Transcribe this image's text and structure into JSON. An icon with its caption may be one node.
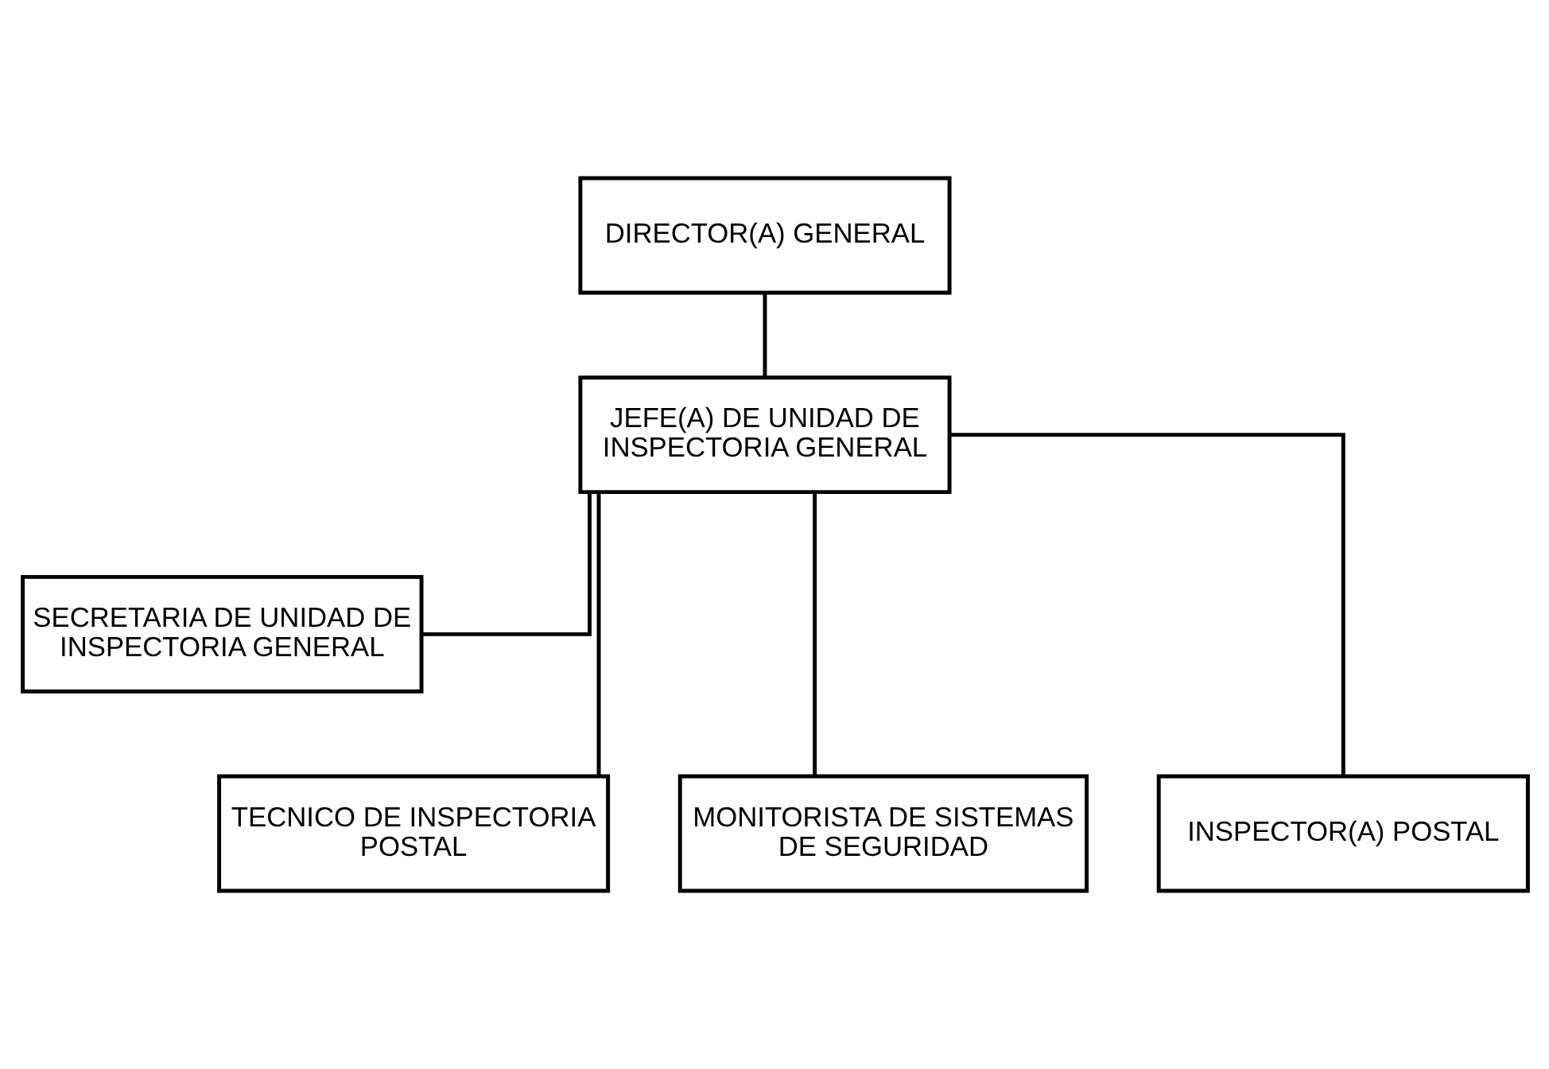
{
  "diagram": {
    "nodes": [
      {
        "text": [
          "DIRECTOR(A) GENERAL"
        ]
      },
      {
        "text": [
          "JEFE(A) DE UNIDAD DE INSPECTORIA GENERAL"
        ]
      },
      {
        "text": [
          "SECRETARIA DE UNIDAD DE INSPECTORIA GENERAL"
        ]
      },
      {
        "text": [
          "TECNICO DE INSPECTORIA POSTAL"
        ]
      },
      {
        "text": [
          "MONITORISTA DE SISTEMAS DE SEGURIDAD"
        ]
      },
      {
        "text": [
          "INSPECTOR(A) POSTAL"
        ]
      }
    ],
    "edges": [
      {
        "from": 0,
        "to": 1,
        "arrow": "none"
      },
      {
        "from": 1,
        "to": 2,
        "arrow": "none"
      },
      {
        "from": 1,
        "to": 3,
        "arrow": "none"
      },
      {
        "from": 1,
        "to": 4,
        "arrow": "none"
      },
      {
        "from": 1,
        "to": 5,
        "arrow": "none"
      }
    ]
  }
}
